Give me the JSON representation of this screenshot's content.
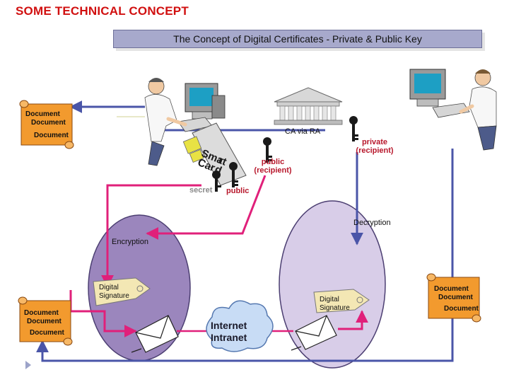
{
  "slide_title": "SOME TECHNICAL CONCEPT",
  "banner_title": "The Concept of Digital Certificates - Private & Public Key",
  "labels": {
    "ca": "CA via RA",
    "private_key_line1": "private",
    "private_key_line2": "(recipient)",
    "public_key_line1": "public",
    "public_key_line2": "(recipient)",
    "secret": "secret",
    "public": "public",
    "encryption": "Encryption",
    "decryption": "Decryption",
    "internet_line1": "Internet",
    "internet_line2": "Intranet"
  },
  "smart_card": {
    "line1": "Sma",
    "line2": "rt",
    "line3": "Car",
    "line4": "d"
  },
  "digital_signature": {
    "line1": "Digital",
    "line2": "Signature"
  },
  "document_stack": [
    "Document",
    "Document",
    "Document"
  ],
  "colors": {
    "title_red": "#d11010",
    "arrow_blue": "#4a55a8",
    "arrow_pink": "#e0207a",
    "encryption_zone": "#9b86bd",
    "decryption_zone": "#d8cde8",
    "banner": "#a7a9cc",
    "cloud": "#c8dcf5"
  }
}
